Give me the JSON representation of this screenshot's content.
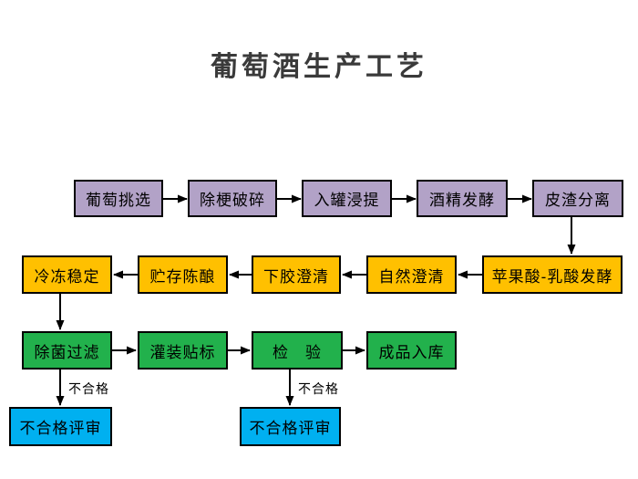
{
  "title": "葡萄酒生产工艺",
  "colors": {
    "row1_fill": "#b2a2c7",
    "row2_fill": "#ffc000",
    "row3_fill": "#22b14c",
    "row4_fill": "#00b0f0",
    "border": "#000000",
    "title_text": "#3a3a3a",
    "background": "#ffffff"
  },
  "flowchart": {
    "rows": [
      {
        "name": "primary-processing",
        "nodes": [
          "葡萄挑选",
          "除梗破碎",
          "入罐浸提",
          "酒精发酵",
          "皮渣分离"
        ]
      },
      {
        "name": "clarification-stabilization",
        "nodes": [
          "冷冻稳定",
          "贮存陈酿",
          "下胶澄清",
          "自然澄清",
          "苹果酸-乳酸发酵"
        ]
      },
      {
        "name": "finishing",
        "nodes": [
          "除菌过滤",
          "灌装贴标",
          "检　验",
          "成品入库"
        ]
      },
      {
        "name": "nonconforming",
        "nodes": [
          "不合格评审",
          "不合格评审"
        ]
      }
    ],
    "fail_label": "不合格"
  }
}
